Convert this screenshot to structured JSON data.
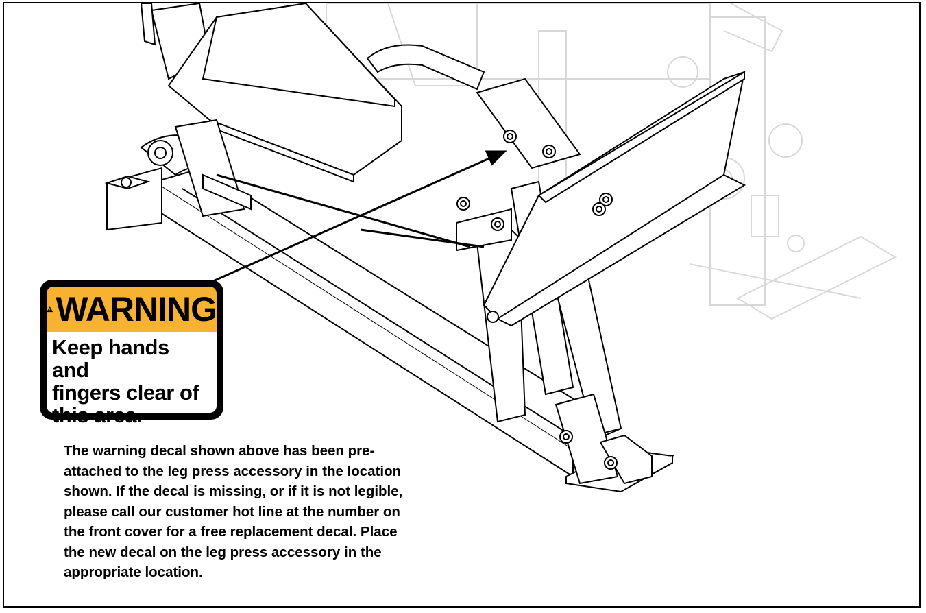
{
  "decal": {
    "header": "WARNING",
    "message": "Keep hands and\nfingers clear of\nthis area.",
    "header_color": "#f7b232",
    "icon": "warning-triangle-icon"
  },
  "notice": {
    "text": "The warning decal shown above has been pre-\nattached to the leg press accessory in the location\nshown. If the decal is missing, or if it is not legible,\nplease call our customer hot line at the number on\nthe front cover for a free replacement decal. Place\nthe new decal on the leg press accessory in the\nappropriate location."
  }
}
